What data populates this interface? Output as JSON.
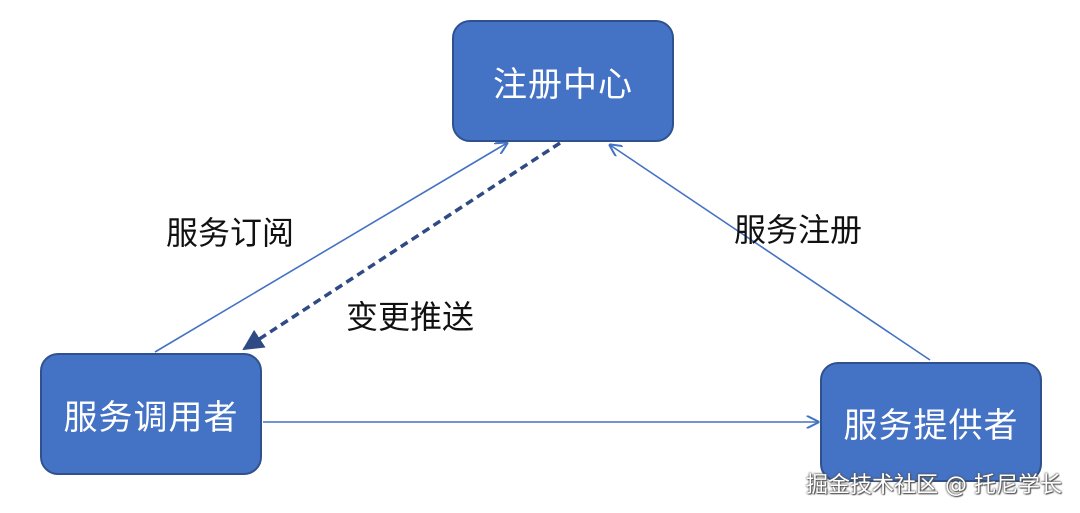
{
  "nodes": {
    "registry": "注册中心",
    "consumer": "服务调用者",
    "provider": "服务提供者"
  },
  "edges": {
    "subscribe": "服务订阅",
    "register": "服务注册",
    "push": "变更推送"
  },
  "watermark": "掘金技术社区 @ 托尼学长",
  "colors": {
    "node_fill": "#4472c4",
    "node_border": "#2f528f",
    "arrow": "#4472c4",
    "dashed_arrow": "#2f4a85"
  }
}
